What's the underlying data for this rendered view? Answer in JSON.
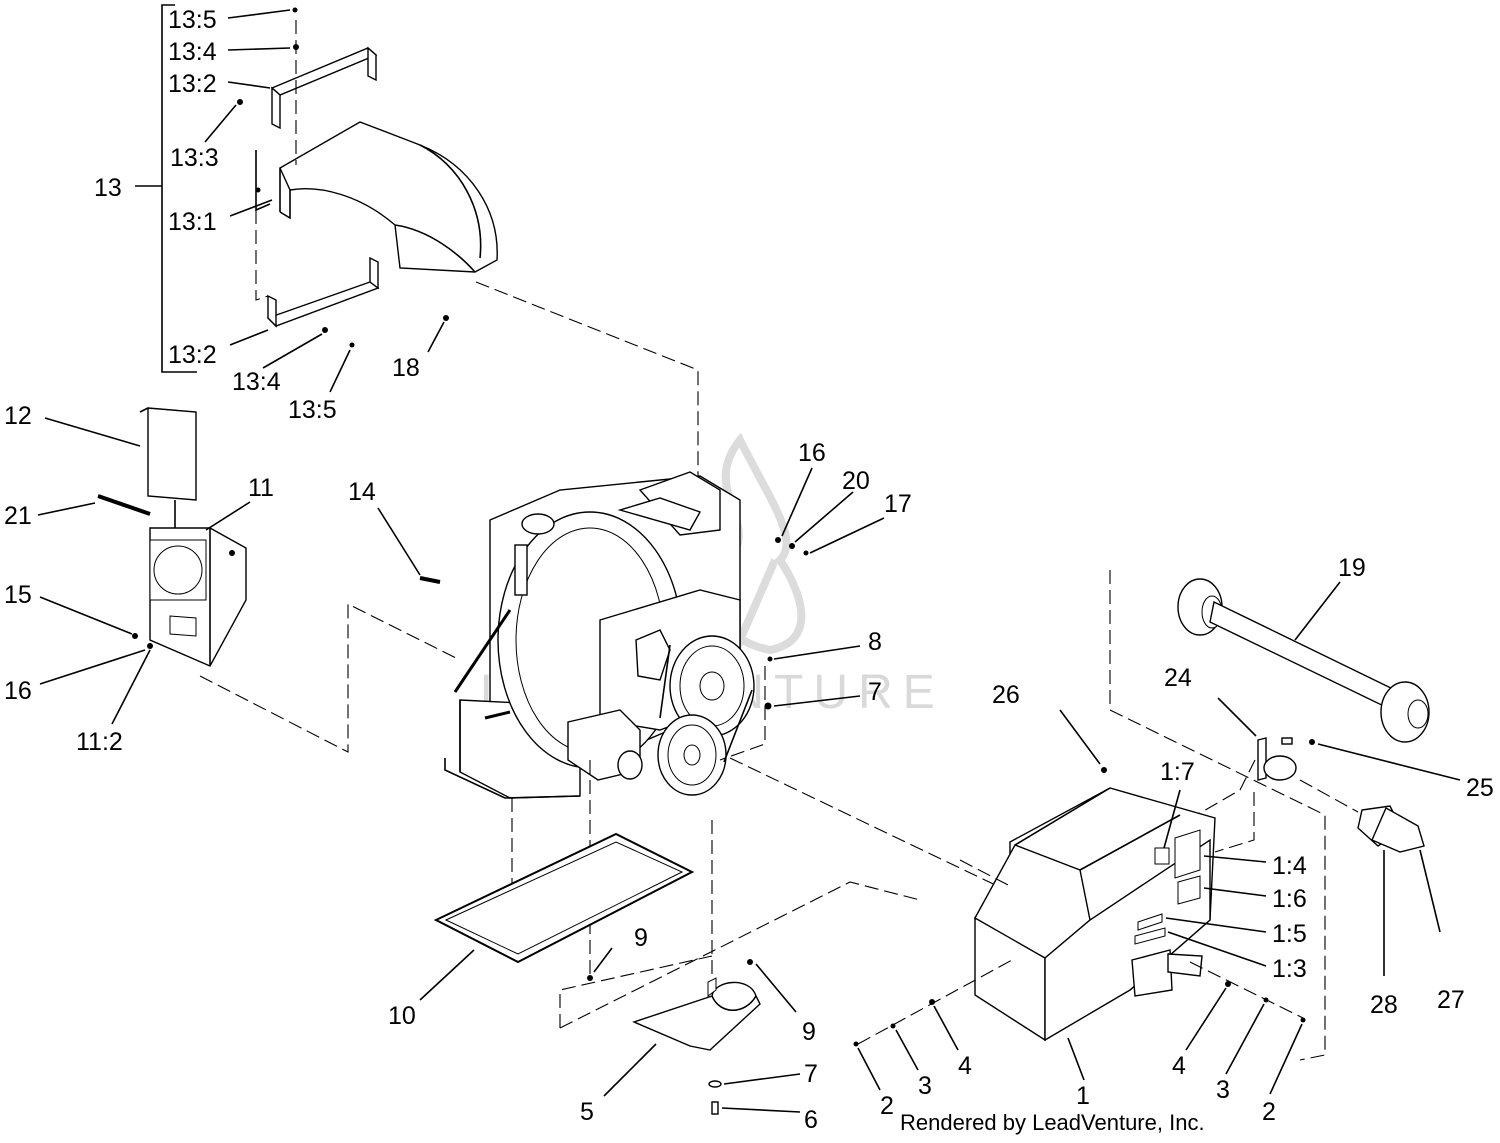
{
  "diagram": {
    "watermark": "LEADVENTURE",
    "credit": "Rendered by LeadVenture, Inc.",
    "callouts": {
      "c13_5_top": "13:5",
      "c13_4_top": "13:4",
      "c13_2_top": "13:2",
      "c13_3": "13:3",
      "c13": "13",
      "c13_1": "13:1",
      "c13_2_bot": "13:2",
      "c13_4_bot": "13:4",
      "c13_5_bot": "13:5",
      "c18": "18",
      "c12": "12",
      "c21": "21",
      "c11": "11",
      "c15": "15",
      "c16_left": "16",
      "c11_2": "11:2",
      "c14": "14",
      "c16_right": "16",
      "c20": "20",
      "c17": "17",
      "c8": "8",
      "c7_top": "7",
      "c19": "19",
      "c24": "24",
      "c25": "25",
      "c26": "26",
      "c1_7": "1:7",
      "c1_4": "1:4",
      "c1_6": "1:6",
      "c1_5": "1:5",
      "c1_3": "1:3",
      "c28": "28",
      "c27": "27",
      "c9_left": "9",
      "c9_right": "9",
      "c10": "10",
      "c5": "5",
      "c7_bot": "7",
      "c6": "6",
      "c2_left": "2",
      "c3_left": "3",
      "c4_left": "4",
      "c1": "1",
      "c4_right": "4",
      "c3_right": "3",
      "c2_right": "2"
    }
  }
}
